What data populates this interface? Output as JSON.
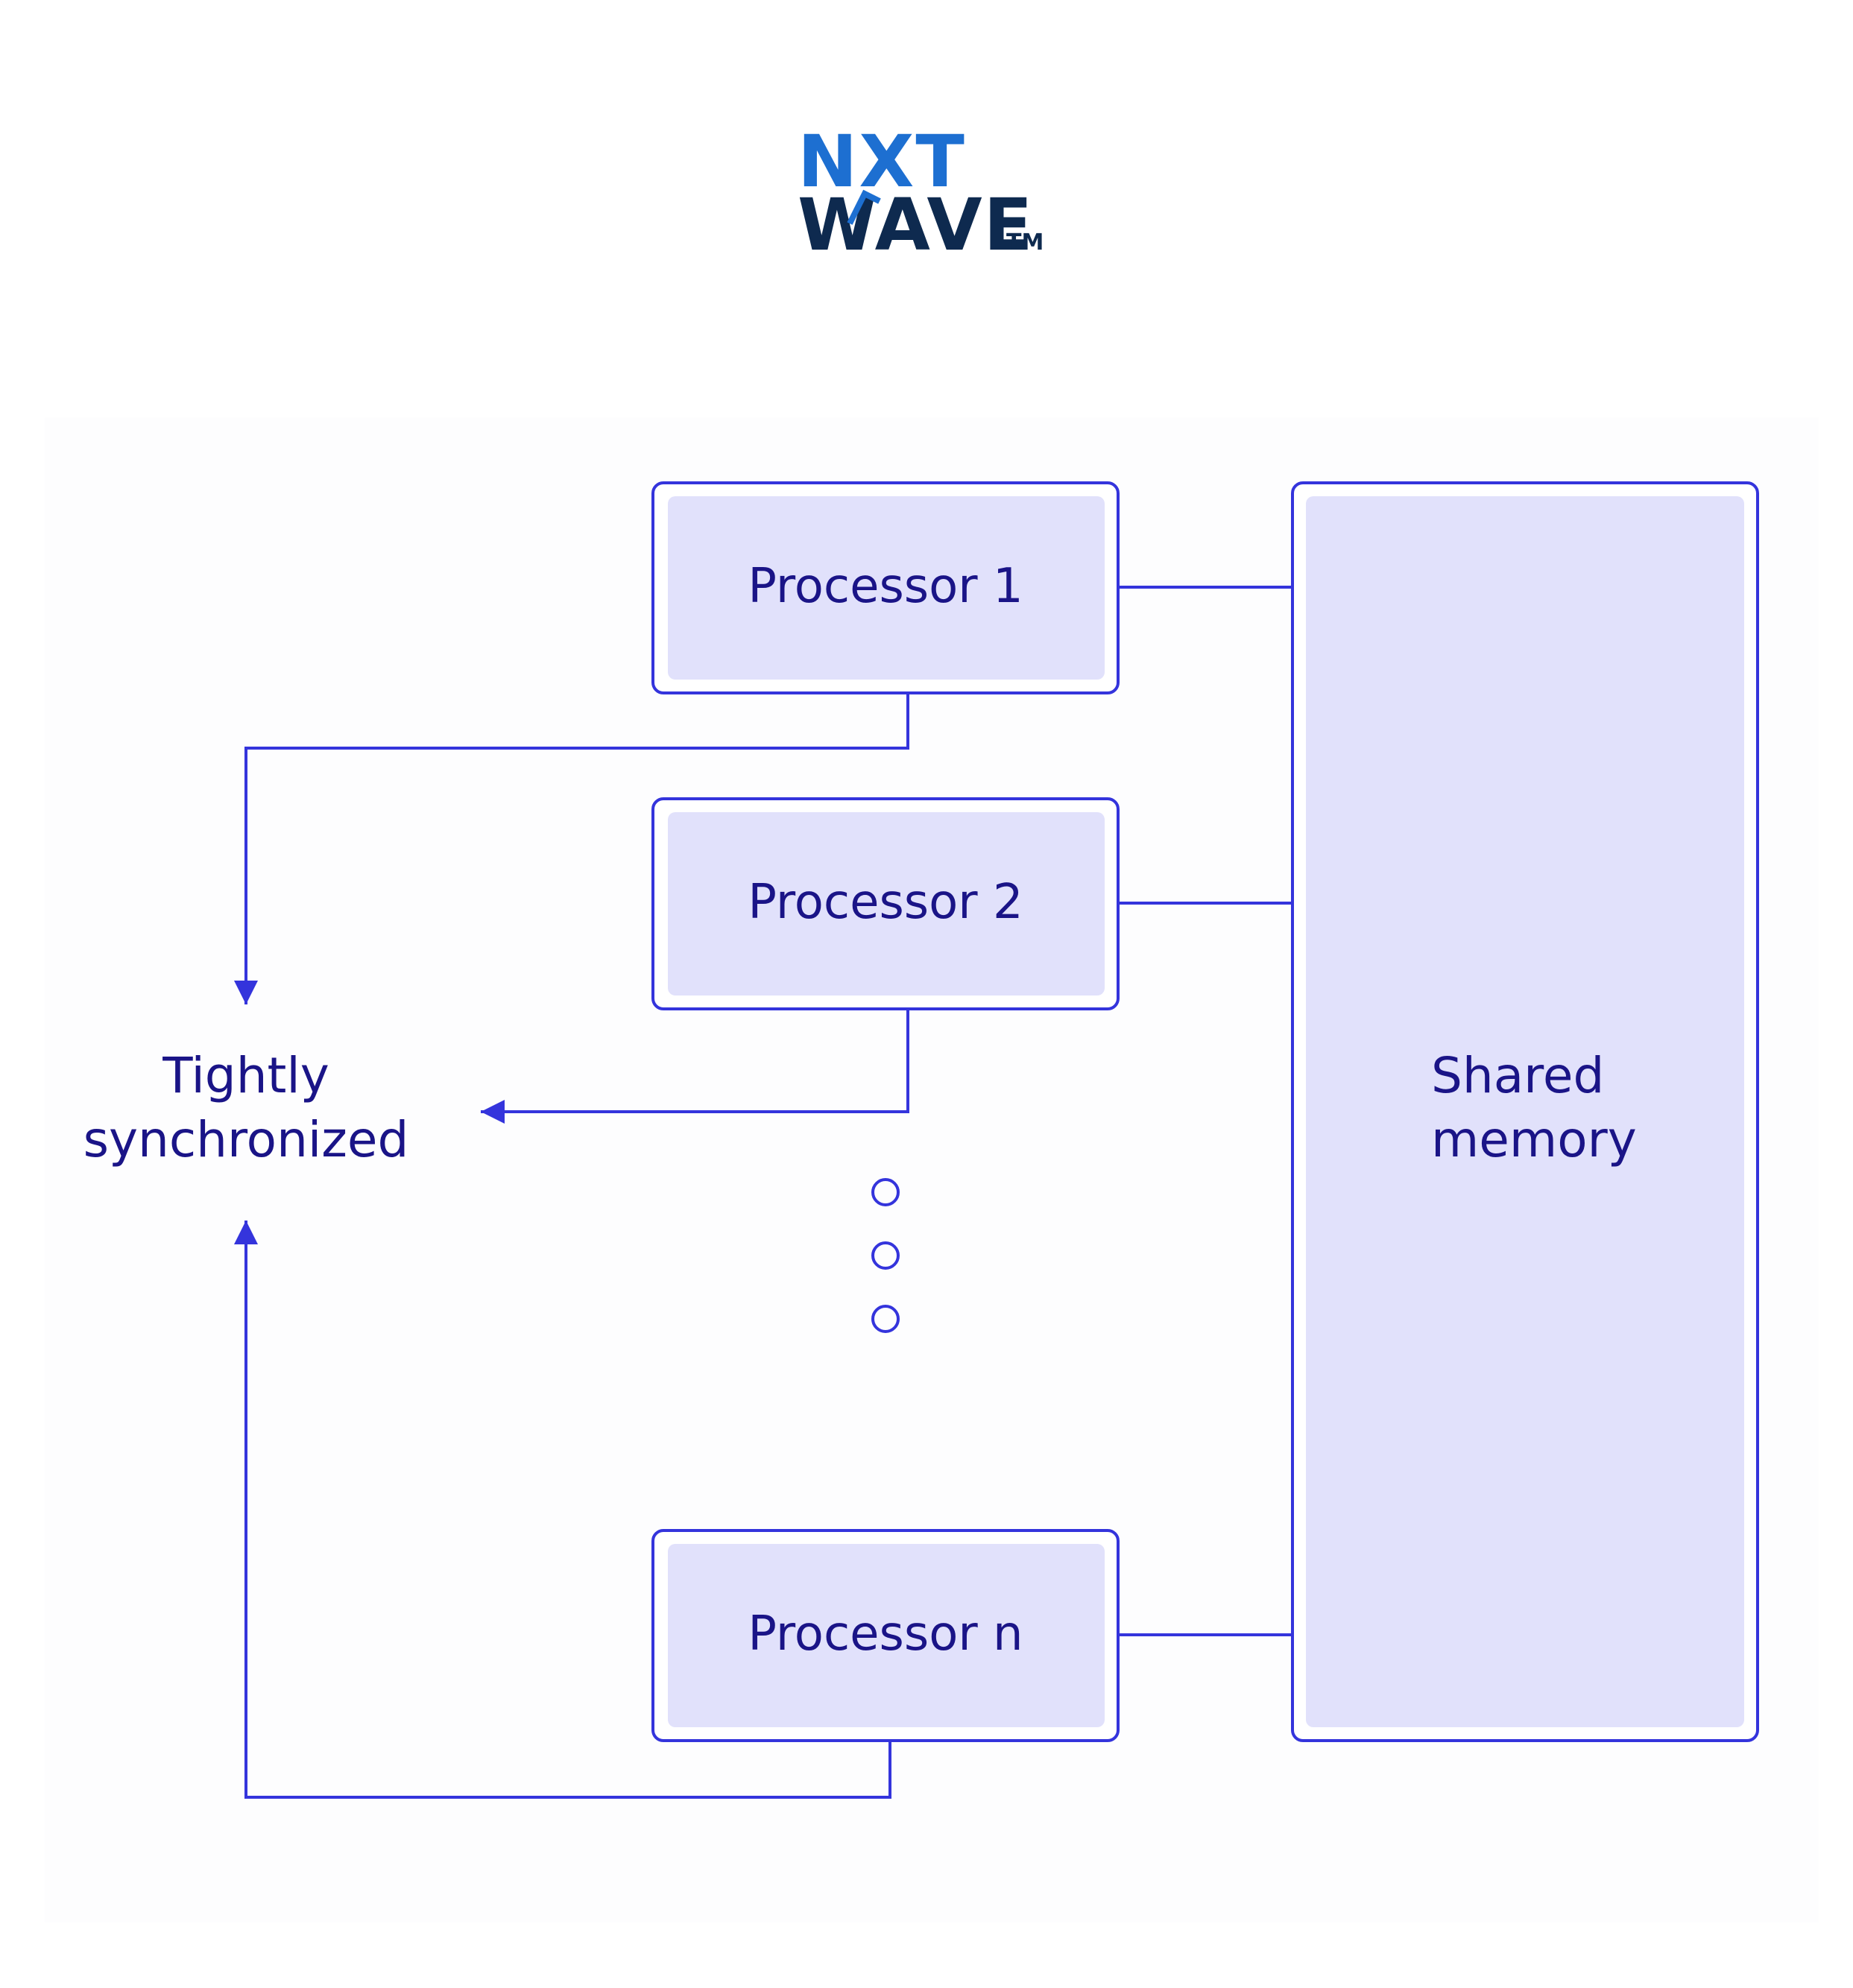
{
  "logo": {
    "line1": "NXT",
    "line2": "WAVE",
    "trademark": "TM"
  },
  "processors": [
    {
      "label": "Processor 1"
    },
    {
      "label": "Processor 2"
    },
    {
      "label": "Processor n"
    }
  ],
  "shared_memory": {
    "line1": "Shared",
    "line2": "memory"
  },
  "sync": {
    "line1": "Tightly",
    "line2": "synchronized"
  },
  "colors": {
    "stroke": "#3434dc",
    "box_fill": "#e1e1fb",
    "text": "#1a1487",
    "logo_blue": "#1d6fd1",
    "logo_navy": "#0e2a4f",
    "background": "#fdfdfe"
  }
}
